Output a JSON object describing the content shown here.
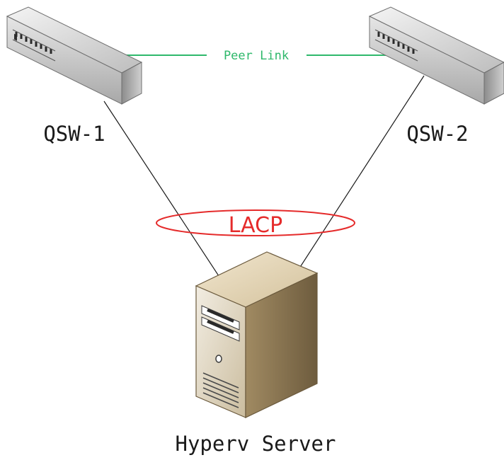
{
  "nodes": {
    "switch_1": {
      "label": "QSW-1"
    },
    "switch_2": {
      "label": "QSW-2"
    },
    "server": {
      "label": "Hyperv Server"
    }
  },
  "links": {
    "peer_link": {
      "label": "Peer Link",
      "color": "#2eb86b"
    },
    "lacp": {
      "label": "LACP",
      "color": "#e52b2b"
    }
  },
  "colors": {
    "switch_body": "#d9d9d9",
    "server_body": "#c8b79a",
    "line": "#1a1a1a"
  }
}
